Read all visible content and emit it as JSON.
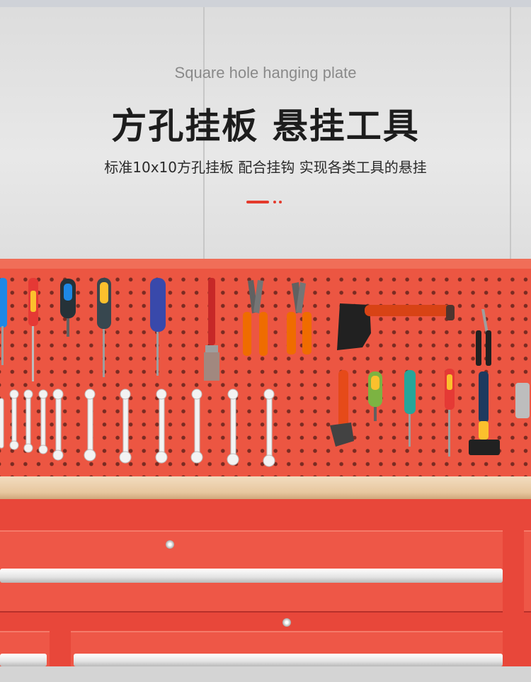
{
  "heading": {
    "subtitle": "Square hole hanging plate",
    "title": "方孔挂板 悬挂工具",
    "description": "标准10x10方孔挂板 配合挂钩 实现各类工具的悬挂"
  },
  "colors": {
    "pegboard": "#ec5642",
    "accent": "#e43a2c",
    "wall": "#e2e2e2",
    "wood": "#e7c79f"
  }
}
